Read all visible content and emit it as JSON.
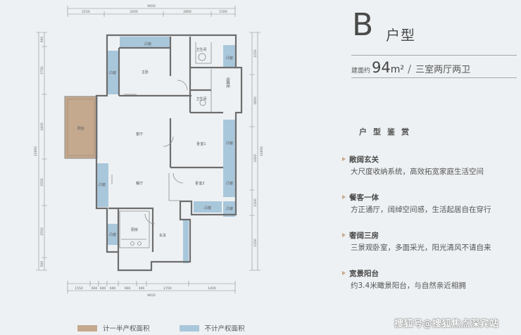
{
  "unit": {
    "letter": "B",
    "type_label": "户型",
    "area_label": "建面约",
    "area_value": "94",
    "area_unit": "m²",
    "separator": "/",
    "layout": "三室两厅两卫"
  },
  "section_title": "户型鉴赏",
  "features": [
    {
      "title": "敞阔玄关",
      "desc": "大尺度收纳系统，高效拓宽家庭生活空间"
    },
    {
      "title": "餐客一体",
      "desc": "方正通厅，阔绰空间感，生活起居自在穿行"
    },
    {
      "title": "奢阔三房",
      "desc": "三景观卧室，多面采光，阳光清风不请自来"
    },
    {
      "title": "宽景阳台",
      "desc": "约3.4米瞰景阳台，与自然亲近相拥"
    }
  ],
  "legend": [
    {
      "label": "计一半产权面积",
      "color": "#c4a98e"
    },
    {
      "label": "不计产权面积",
      "color": "#a9c7db"
    }
  ],
  "watermark": "搜狐号@搜狐焦点深宾站",
  "plan": {
    "rooms": {
      "master_bedroom": "主卧",
      "balcony": "阳台",
      "living_room": "客厅",
      "dining_room": "餐厅",
      "kitchen": "厨房",
      "bedroom1": "卧室1",
      "bedroom2": "卧室2",
      "bath1": "卫生间",
      "bath2": "卫生间",
      "entry": "玄关",
      "storage": "储藏柜",
      "bay_top": "凸窗",
      "bay_top_right": "凸窗",
      "bay_master_left": "凸窗",
      "bay_living_left": "凸窗",
      "bay_kitchen": "凸窗",
      "bay_right1": "凸窗",
      "bay_right2": "凸窗",
      "bay_bottom": "凸窗",
      "bay_bottom_right": "凸窗"
    },
    "dims": {
      "top_total": "9650",
      "top_1": "2150",
      "top_2": "3200",
      "top_3": "2800",
      "top_4": "1500",
      "left_total": "12650",
      "left_1": "900",
      "left_2": "2750",
      "left_3": "3400",
      "left_4": "2550",
      "left_5": "2550",
      "left_6": "500",
      "right_total": "12650",
      "right_1": "2250",
      "right_2": "2850",
      "right_3": "3300",
      "right_4": "1500",
      "right_5": "1550",
      "bottom_total": "9650",
      "bottom_1": "1550",
      "bottom_2": "600",
      "bottom_3": "600",
      "bottom_4": "600",
      "bottom_5": "900",
      "bottom_6": "400",
      "bottom_7": "2700",
      "bottom_8": "1400"
    }
  }
}
